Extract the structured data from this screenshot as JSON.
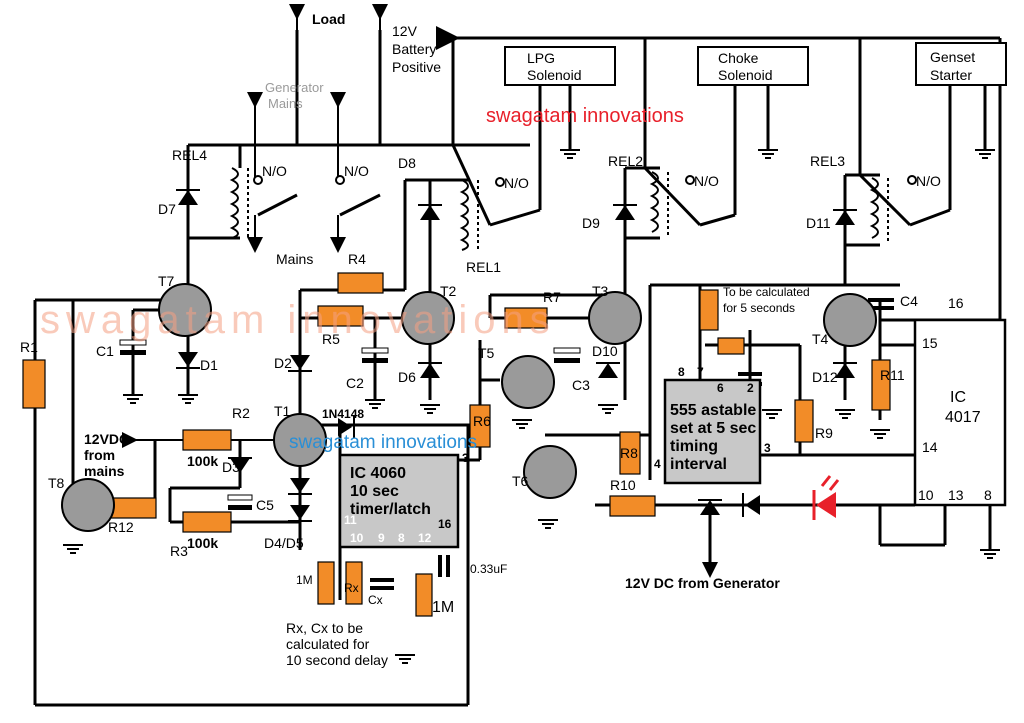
{
  "labels": {
    "load": "Load",
    "battery": [
      "12V",
      "Battery",
      "Positive"
    ],
    "lpg": [
      "LPG",
      "Solenoid"
    ],
    "choke": [
      "Choke",
      "Solenoid"
    ],
    "genset": [
      "Genset",
      "Starter"
    ],
    "gen_mains": [
      "Generator",
      "Mains"
    ],
    "watermark_red": "swagatam innovations",
    "watermark_blue": "swagatam innovations",
    "watermark_faint": "swagatam innovations",
    "mains": "Mains",
    "from_mains": [
      "12VDC",
      "from",
      "mains"
    ],
    "from_generator": "12V DC from Generator",
    "rc_note": [
      "Rx, Cx to be",
      "calculated for",
      "10 second delay"
    ],
    "t555_note": [
      "To be calculated",
      "for 5 seconds"
    ],
    "cap_033": "0.33uF",
    "k100a": "100k",
    "k100b": "100k",
    "m1a": "1M",
    "m1b": "1M",
    "rx": "Rx",
    "cx": "Cx",
    "diode_1n4148": "1N4148"
  },
  "components": {
    "rel4": "REL4",
    "rel1": "REL1",
    "rel2": "REL2",
    "rel3": "REL3",
    "no1": "N/O",
    "no2": "N/O",
    "no3": "N/O",
    "no4": "N/O",
    "no5": "N/O",
    "d1": "D1",
    "d2": "D2",
    "d3": "D3",
    "d4d5": "D4/D5",
    "d6": "D6",
    "d7": "D7",
    "d8": "D8",
    "d9": "D9",
    "d10": "D10",
    "d11": "D11",
    "d12": "D12",
    "t1": "T1",
    "t2": "T2",
    "t3": "T3",
    "t4": "T4",
    "t5": "T5",
    "t6": "T6",
    "t7": "T7",
    "t8": "T8",
    "r1": "R1",
    "r2": "R2",
    "r3": "R3",
    "r4": "R4",
    "r5": "R5",
    "r6": "R6",
    "r7": "R7",
    "r8": "R8",
    "r9": "R9",
    "r10": "R10",
    "r11": "R11",
    "r12": "R12",
    "c1": "C1",
    "c2": "C2",
    "c3": "C3",
    "c4": "C4",
    "c5": "C5"
  },
  "ic4060": {
    "lines": [
      "IC 4060",
      "10 sec",
      "timer/latch"
    ],
    "pins": [
      "11",
      "10",
      "9",
      "8",
      "12",
      "3",
      "16"
    ]
  },
  "ic555": {
    "lines": [
      "555 astable",
      "set at 5 sec",
      "timing",
      "interval"
    ],
    "pins": [
      "8",
      "7",
      "6",
      "2",
      "4",
      "3"
    ]
  },
  "ic4017": {
    "lines": [
      "IC",
      "4017"
    ],
    "pins": [
      "16",
      "15",
      "14",
      "10",
      "13",
      "8"
    ]
  }
}
